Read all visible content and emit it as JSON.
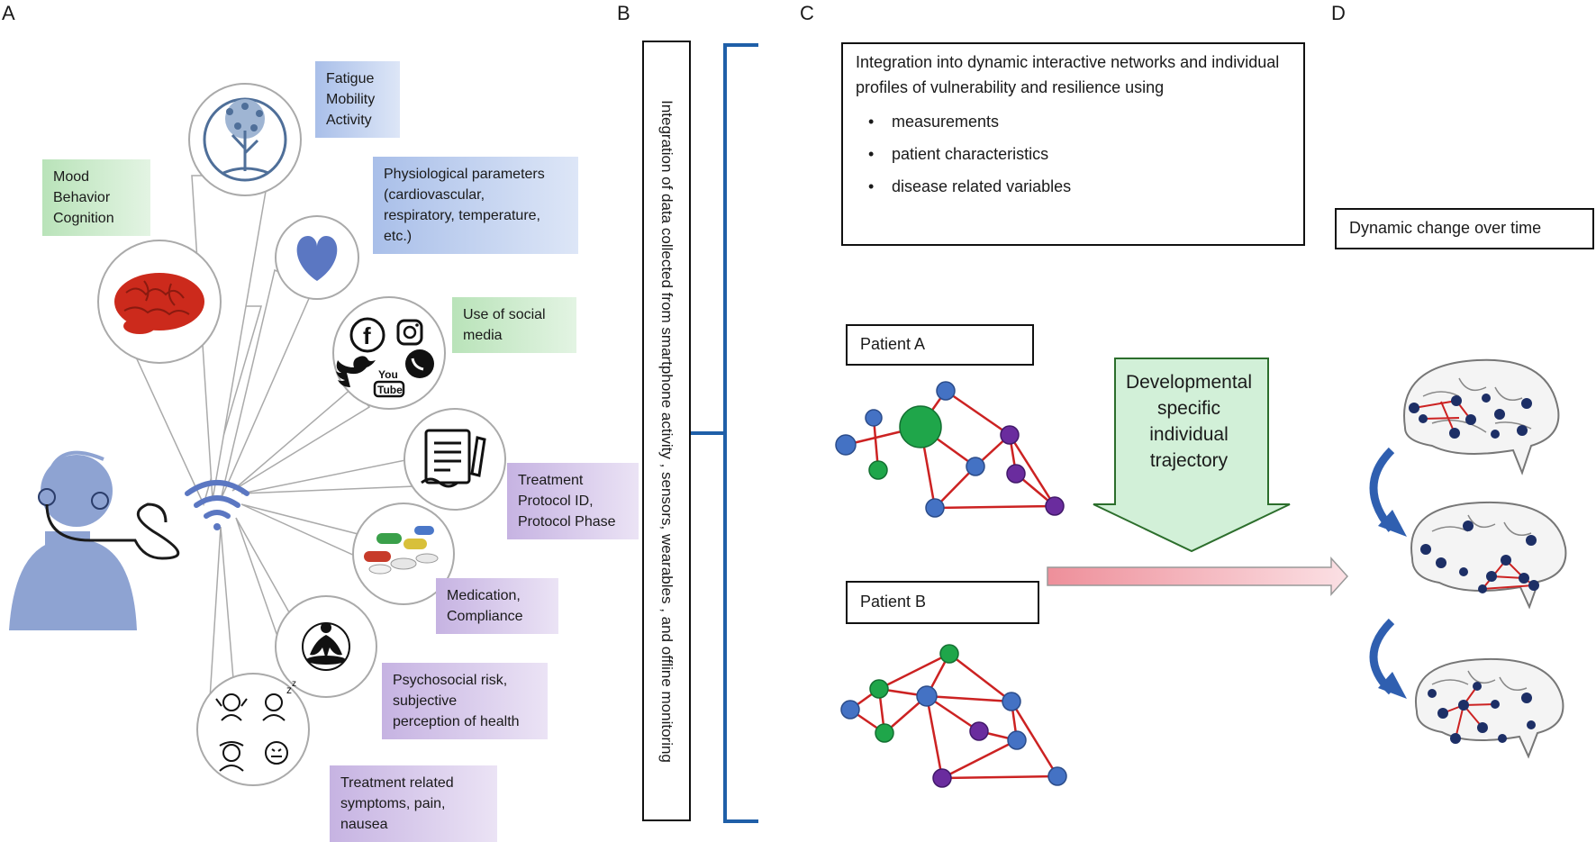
{
  "panels": {
    "a": "A",
    "b": "B",
    "c": "C",
    "d": "D"
  },
  "panel_a": {
    "tags": {
      "fatigue": [
        "Fatigue",
        "Mobility",
        "Activity"
      ],
      "mood": [
        "Mood",
        "Behavior",
        "Cognition"
      ],
      "physio": [
        "Physiological parameters",
        "(cardiovascular,",
        "respiratory, temperature,",
        "etc.)"
      ],
      "social": [
        "Use of social",
        "media"
      ],
      "treatment": [
        "Treatment",
        "Protocol ID,",
        "Protocol Phase"
      ],
      "medication": [
        "Medication,",
        "Compliance"
      ],
      "psychosocial": [
        "Psychosocial risk,",
        "subjective",
        "perception of health"
      ],
      "symptoms": [
        "Treatment related",
        "symptoms, pain,",
        "nausea"
      ]
    },
    "icon_names": [
      "brain-icon",
      "tree-icon",
      "heart-icon",
      "social-media-icon",
      "document-icon",
      "pills-icon",
      "meditation-icon",
      "symptoms-icon",
      "wifi-icon",
      "person-icon"
    ],
    "youtube_text": [
      "You",
      "Tube"
    ],
    "colors": {
      "green": "#b9e3b9",
      "blue": "#a9bfe9",
      "purple": "#c6b3e2",
      "person": "#8ea3d2"
    }
  },
  "panel_b": {
    "vertical_text": "Integration of data collected from smartphone activity , sensors, wearables , and offline monitoring",
    "bracket_color": "#1f5fa8"
  },
  "panel_c": {
    "integration_title": "Integration into dynamic interactive networks and individual profiles of vulnerability and resilience using",
    "bullets": [
      "measurements",
      "patient characteristics",
      "disease related variables"
    ],
    "patient_a": "Patient A",
    "patient_b": "Patient B",
    "trajectory": "Developmental specific individual trajectory",
    "node_colors": {
      "blue": "#4472c4",
      "green": "#1fa64a",
      "purple": "#6a2c9e",
      "edge": "#cc2222"
    }
  },
  "panel_d": {
    "label": "Dynamic change over time",
    "arrow_color": "#2f5fb0"
  }
}
